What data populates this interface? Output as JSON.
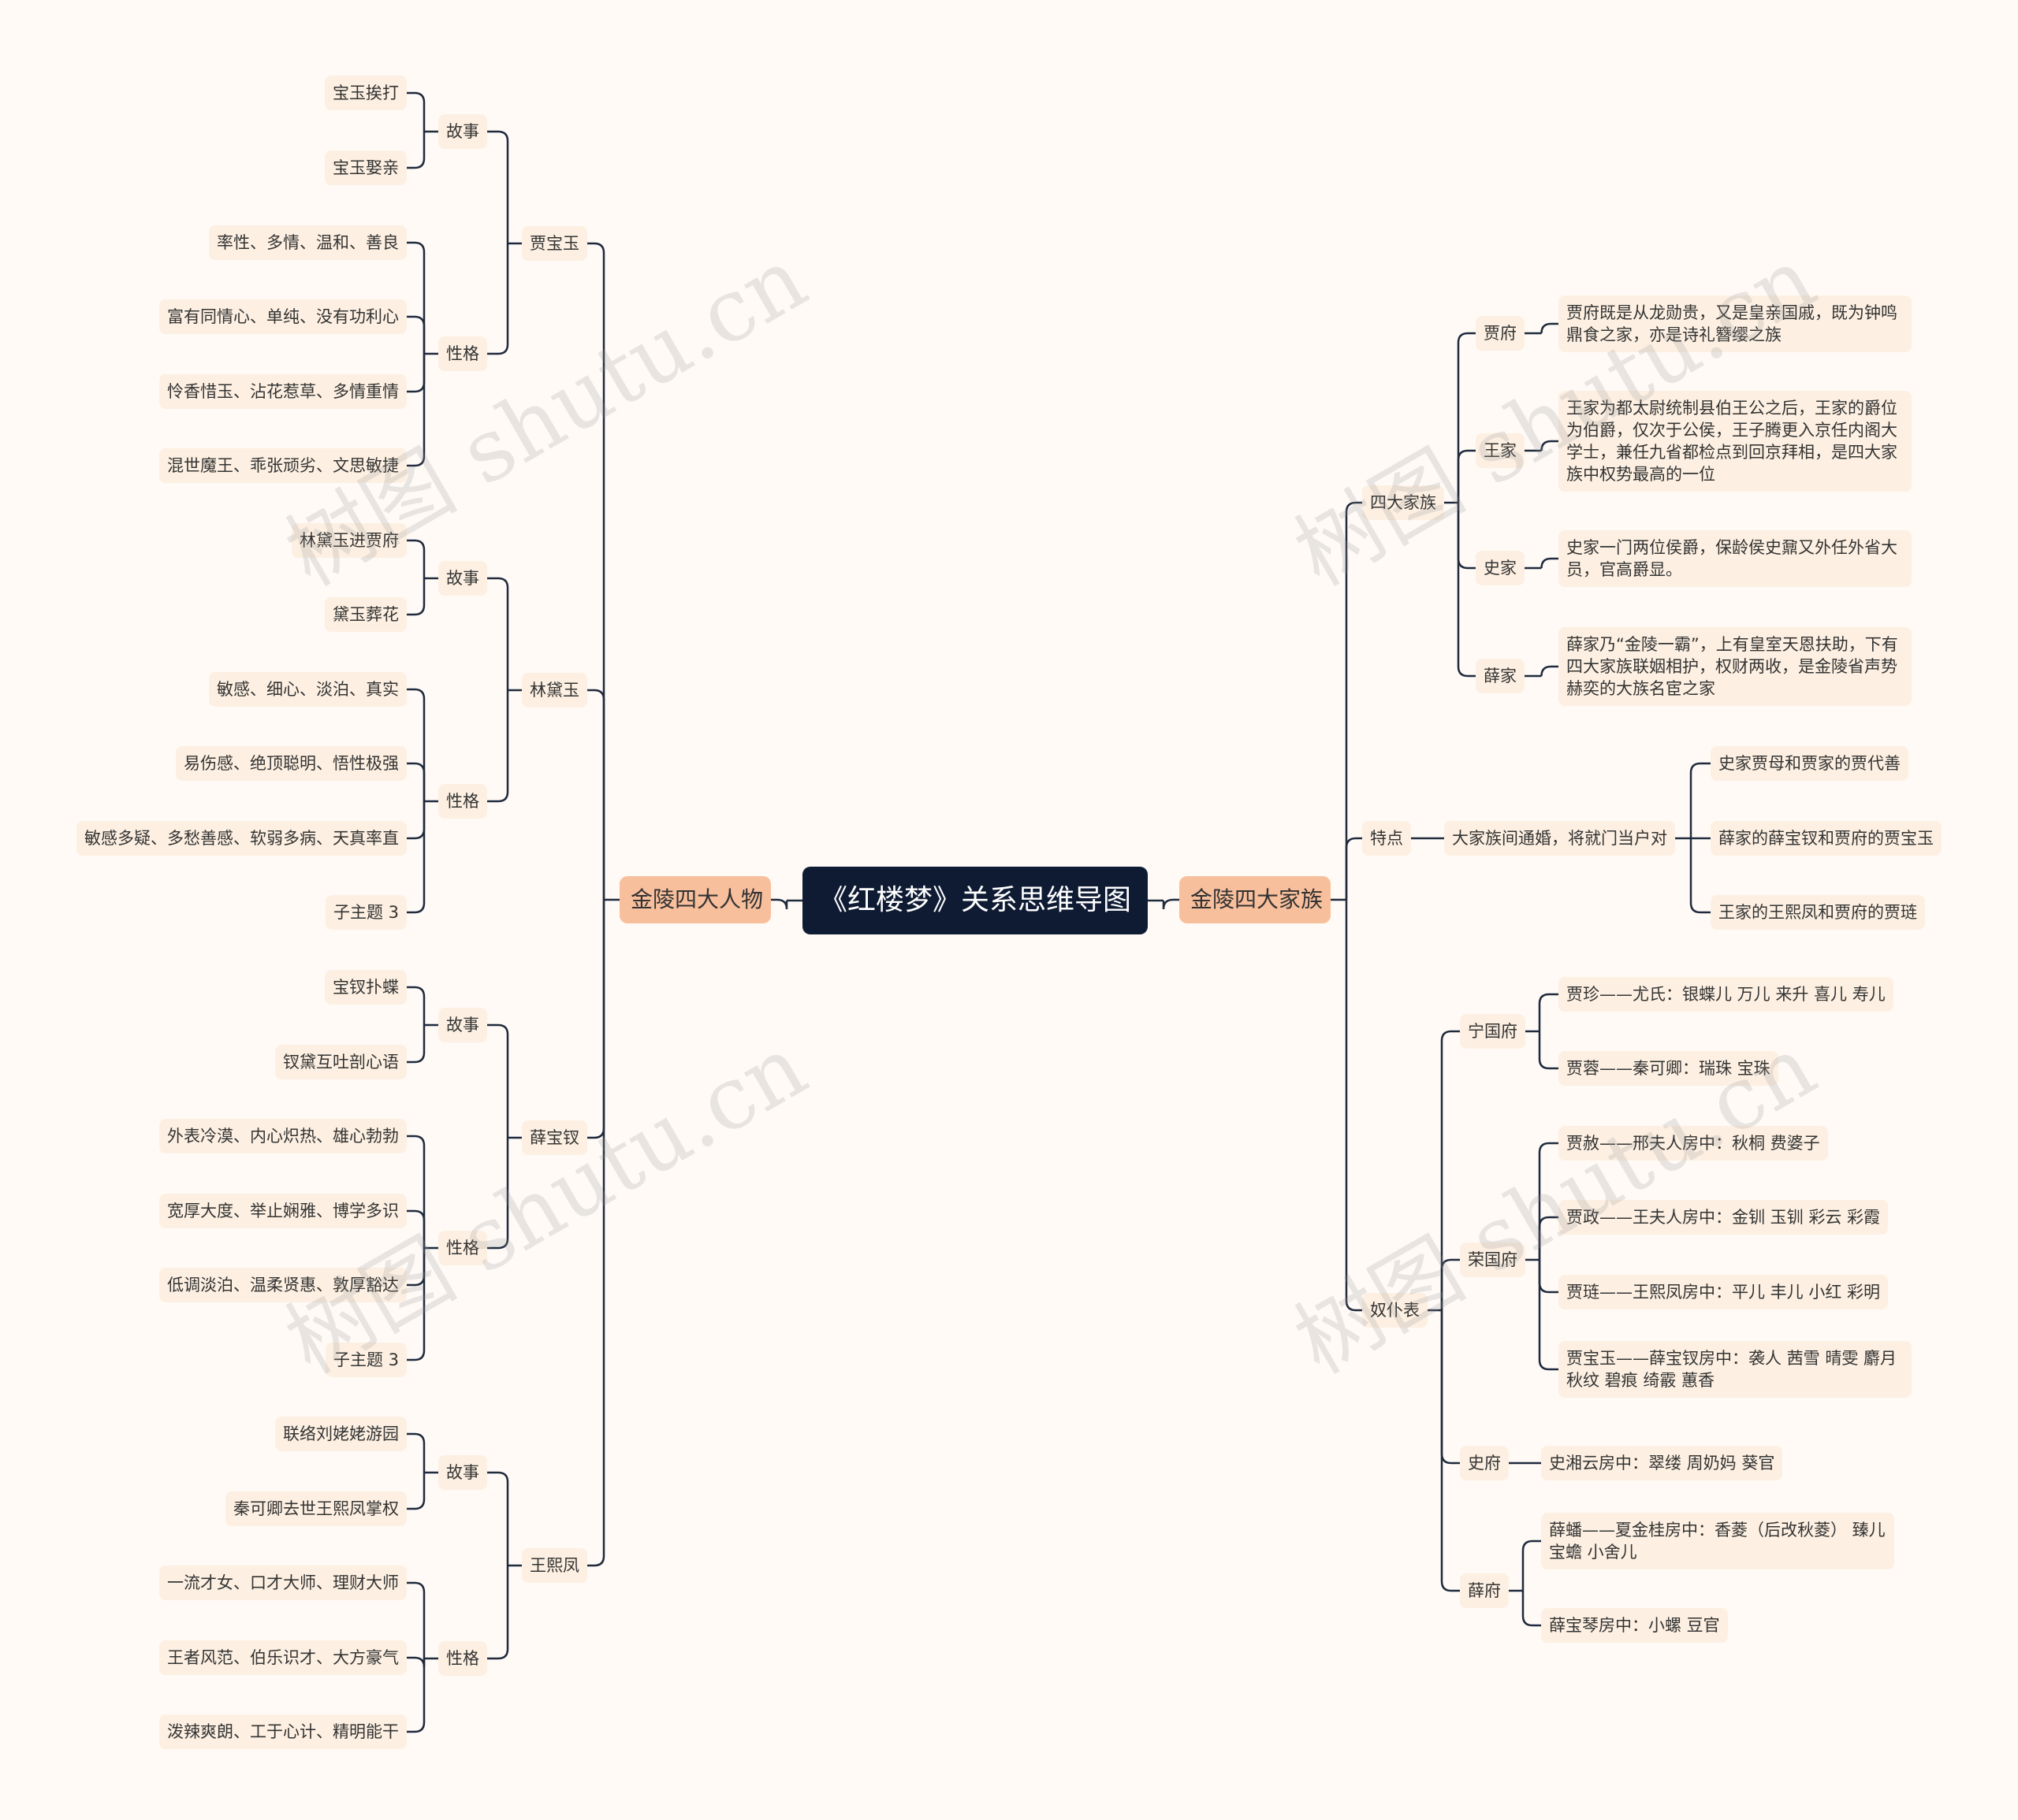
{
  "root": "《红楼梦》关系思维导图",
  "left": {
    "label": "金陵四大人物",
    "people": [
      {
        "name": "贾宝玉",
        "story": [
          "宝玉挨打",
          "宝玉娶亲"
        ],
        "traits": [
          "率性、多情、温和、善良",
          "富有同情心、单纯、没有功利心",
          "怜香惜玉、沾花惹草、多情重情",
          "混世魔王、乖张顽劣、文思敏捷"
        ]
      },
      {
        "name": "林黛玉",
        "story": [
          "林黛玉进贾府",
          "黛玉葬花"
        ],
        "traits": [
          "敏感、细心、淡泊、真实",
          "易伤感、绝顶聪明、悟性极强",
          "敏感多疑、多愁善感、软弱多病、天真率直",
          "子主题 3"
        ]
      },
      {
        "name": "薛宝钗",
        "story": [
          "宝钗扑蝶",
          "钗黛互吐剖心语"
        ],
        "traits": [
          "外表冷漠、内心炽热、雄心勃勃",
          "宽厚大度、举止娴雅、博学多识",
          "低调淡泊、温柔贤惠、敦厚豁达",
          "子主题 3"
        ]
      },
      {
        "name": "王熙凤",
        "story": [
          "联络刘姥姥游园",
          "秦可卿去世王熙凤掌权"
        ],
        "traits": [
          "一流才女、口才大师、理财大师",
          "王者风范、伯乐识才、大方豪气",
          "泼辣爽朗、工于心计、精明能干"
        ]
      }
    ],
    "story_label": "故事",
    "trait_label": "性格"
  },
  "right": {
    "label": "金陵四大家族",
    "families": {
      "label": "四大家族",
      "items": [
        {
          "name": "贾府",
          "desc": "贾府既是从龙勋贵，又是皇亲国戚，既为钟鸣鼎食之家，亦是诗礼簪缨之族"
        },
        {
          "name": "王家",
          "desc": "王家为都太尉统制县伯王公之后，王家的爵位为伯爵，仅次于公侯，王子腾更入京任内阁大学士，兼任九省都检点到回京拜相，是四大家族中权势最高的一位"
        },
        {
          "name": "史家",
          "desc": "史家一门两位侯爵，保龄侯史鼐又外任外省大员，官高爵显。"
        },
        {
          "name": "薛家",
          "desc": "薛家乃“金陵一霸”，上有皇室天恩扶助，下有四大家族联姻相护，权财两收，是金陵省声势赫奕的大族名宦之家"
        }
      ]
    },
    "features": {
      "label": "特点",
      "summary": "大家族间通婚，将就门当户对",
      "items": [
        "史家贾母和贾家的贾代善",
        "薛家的薛宝钗和贾府的贾宝玉",
        "王家的王熙凤和贾府的贾琏"
      ]
    },
    "servants": {
      "label": "奴仆表",
      "houses": [
        {
          "name": "宁国府",
          "items": [
            "贾珍——尤氏：银蝶儿 万儿 来升 喜儿 寿儿",
            "贾蓉——秦可卿：瑞珠 宝珠"
          ]
        },
        {
          "name": "荣国府",
          "items": [
            "贾赦——邢夫人房中：秋桐 费婆子",
            "贾政——王夫人房中：金钏 玉钏 彩云 彩霞",
            "贾琏——王熙凤房中：平儿 丰儿 小红 彩明",
            "贾宝玉——薛宝钗房中：袭人 茜雪 晴雯 麝月 秋纹 碧痕 绮霰 蕙香"
          ]
        },
        {
          "name": "史府",
          "items": [
            "史湘云房中：翠缕 周奶妈 葵官"
          ]
        },
        {
          "name": "薛府",
          "items": [
            "薛蟠——夏金桂房中：香菱（后改秋菱） 臻儿 宝蟾 小舍儿",
            "薛宝琴房中：小螺 豆官"
          ]
        }
      ]
    }
  },
  "watermark": "树图 shutu.cn"
}
